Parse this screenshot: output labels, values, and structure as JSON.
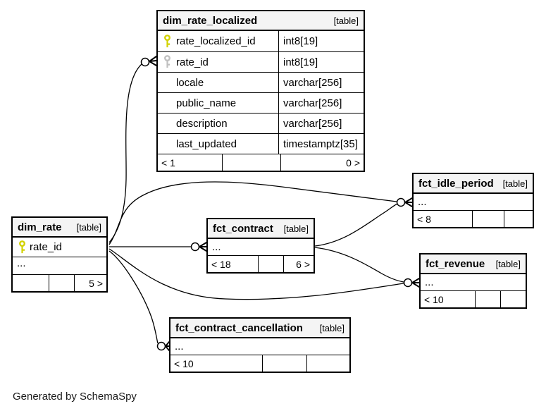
{
  "diagram": {
    "generated_by": "Generated by SchemaSpy",
    "colors": {
      "background": "#ffffff",
      "table_header_bg": "#f4f4f4",
      "table_border": "#000000",
      "relationship_line": "#000000",
      "primary_key": "#d2d200",
      "foreign_key": "#c0c0c0"
    },
    "tables": {
      "dim_rate_localized": {
        "name": "dim_rate_localized",
        "tag": "[table]",
        "columns": [
          {
            "name": "rate_localized_id",
            "type": "int8[19]",
            "key": "primary-key"
          },
          {
            "name": "rate_id",
            "type": "int8[19]",
            "key": "foreign-key"
          },
          {
            "name": "locale",
            "type": "varchar[256]"
          },
          {
            "name": "public_name",
            "type": "varchar[256]"
          },
          {
            "name": "description",
            "type": "varchar[256]"
          },
          {
            "name": "last_updated",
            "type": "timestamptz[35]"
          }
        ],
        "stats": {
          "children": "< 1",
          "parents": "0 >"
        }
      },
      "dim_rate": {
        "name": "dim_rate",
        "tag": "[table]",
        "columns": [
          {
            "name": "rate_id",
            "key": "primary-key"
          }
        ],
        "ellipsis": "...",
        "stats": {
          "parents": "5 >"
        }
      },
      "fct_contract": {
        "name": "fct_contract",
        "tag": "[table]",
        "ellipsis": "...",
        "stats": {
          "children": "< 18",
          "parents": "6 >"
        }
      },
      "fct_idle_period": {
        "name": "fct_idle_period",
        "tag": "[table]",
        "ellipsis": "...",
        "stats": {
          "children": "< 8"
        }
      },
      "fct_revenue": {
        "name": "fct_revenue",
        "tag": "[table]",
        "ellipsis": "...",
        "stats": {
          "children": "< 10"
        }
      },
      "fct_contract_cancellation": {
        "name": "fct_contract_cancellation",
        "tag": "[table]",
        "ellipsis": "...",
        "stats": {
          "children": "< 10"
        }
      }
    },
    "relationships": [
      {
        "from": "dim_rate.rate_id",
        "to": "dim_rate_localized.rate_id"
      },
      {
        "from": "dim_rate.rate_id",
        "to": "fct_contract"
      },
      {
        "from": "dim_rate.rate_id",
        "to": "fct_idle_period"
      },
      {
        "from": "dim_rate.rate_id",
        "to": "fct_revenue"
      },
      {
        "from": "dim_rate.rate_id",
        "to": "fct_contract_cancellation"
      },
      {
        "from": "fct_contract",
        "to": "fct_idle_period"
      },
      {
        "from": "fct_contract",
        "to": "fct_revenue"
      }
    ]
  }
}
